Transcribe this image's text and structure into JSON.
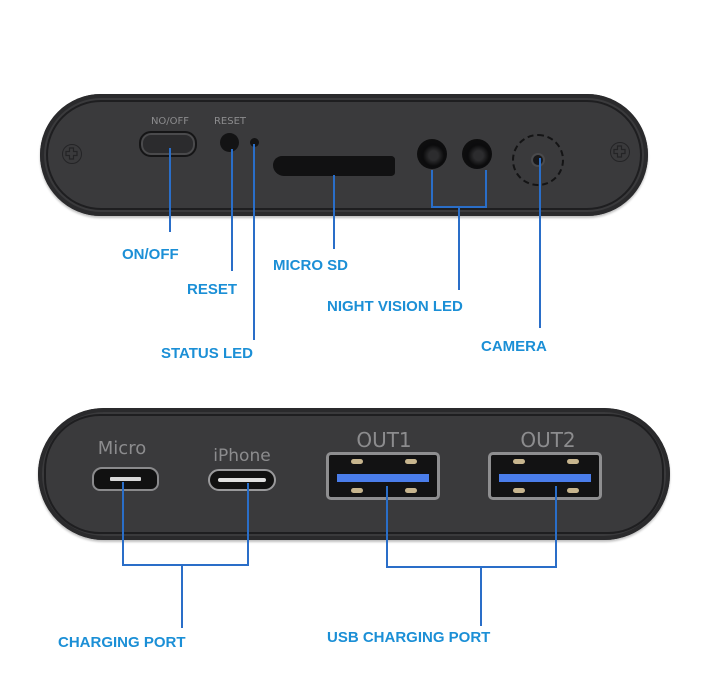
{
  "top_panel": {
    "embossed": {
      "onoff": "NO/OFF",
      "reset": "RESET"
    },
    "callouts": {
      "onoff": "ON/OFF",
      "reset": "RESET",
      "status_led": "STATUS LED",
      "micro_sd": "MICRO SD",
      "night_vision_led": "NIGHT VISION LED",
      "camera": "CAMERA"
    }
  },
  "bottom_panel": {
    "embossed": {
      "micro": "Micro",
      "iphone": "iPhone",
      "out1": "OUT1",
      "out2": "OUT2"
    },
    "callouts": {
      "charging_port": "CHARGING PORT",
      "usb_charging_port": "USB CHARGING PORT"
    }
  },
  "colors": {
    "callout_text": "#1b8fd6",
    "leader_line": "#2a6ec8",
    "device_body": "#3a3a3c",
    "usb_tongue": "#4a7dea"
  }
}
